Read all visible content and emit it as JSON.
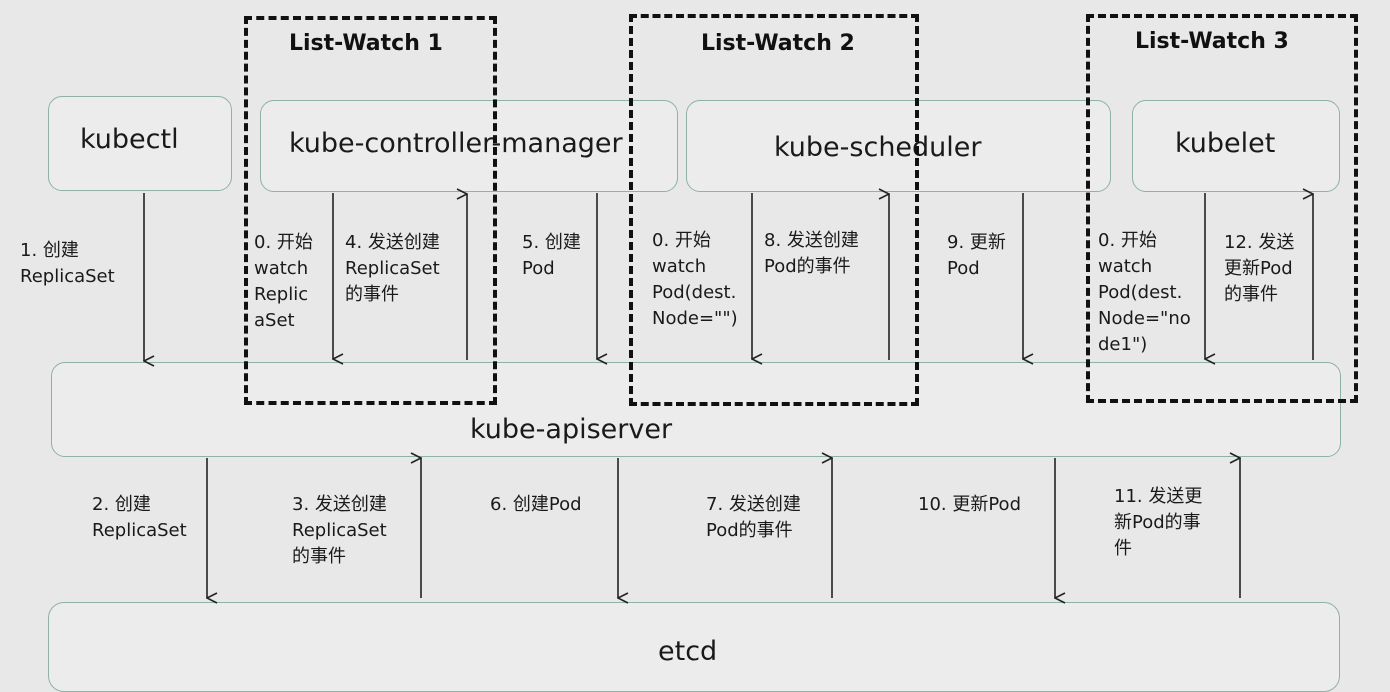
{
  "components": {
    "kubectl": "kubectl",
    "controller_manager": "kube-controller-manager",
    "scheduler": "kube-scheduler",
    "kubelet": "kubelet",
    "apiserver": "kube-apiserver",
    "etcd": "etcd"
  },
  "list_watch": {
    "lw1": "List-Watch 1",
    "lw2": "List-Watch 2",
    "lw3": "List-Watch 3"
  },
  "steps": {
    "s1": "1. 创建\nReplicaSet",
    "s0a": "0. 开始\nwatch\nReplic\naSet",
    "s4": "4. 发送创建\nReplicaSet\n的事件",
    "s5": "5. 创建\nPod",
    "s0b": "0. 开始\nwatch\nPod(dest.\nNode=\"\")",
    "s8": "8. 发送创建\nPod的事件",
    "s9": "9. 更新\nPod",
    "s0c": "0. 开始\nwatch\nPod(dest.\nNode=\"no\nde1\")",
    "s12": "12. 发送\n更新Pod\n的事件",
    "s2": "2. 创建\nReplicaSet",
    "s3": "3. 发送创建\nReplicaSet\n的事件",
    "s6": "6. 创建Pod",
    "s7": "7. 发送创建\nPod的事件",
    "s10": "10. 更新Pod",
    "s11": "11. 发送更\n新Pod的事\n件"
  }
}
